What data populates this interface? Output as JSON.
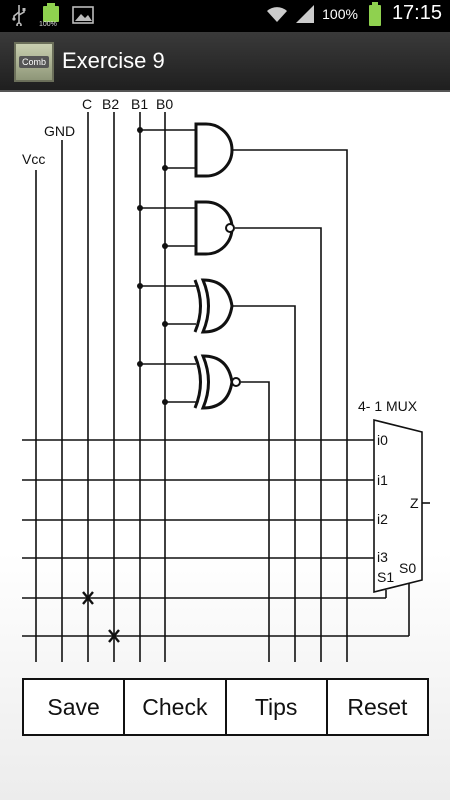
{
  "status_bar": {
    "battery_small_text": "100%",
    "battery_percent": "100%",
    "time": "17:15",
    "icons": [
      "usb-icon",
      "battery-small-icon",
      "image-icon",
      "wifi-icon",
      "signal-icon",
      "battery-icon"
    ]
  },
  "action_bar": {
    "app_icon_text": "Comb",
    "title": "Exercise 9"
  },
  "circuit": {
    "rail_labels": {
      "vcc": "Vcc",
      "gnd": "GND",
      "c": "C",
      "b2": "B2",
      "b1": "B1",
      "b0": "B0"
    },
    "gates": [
      "AND",
      "NAND",
      "XOR",
      "XNOR"
    ],
    "mux": {
      "title": "4- 1 MUX",
      "inputs": [
        "i0",
        "i1",
        "i2",
        "i3"
      ],
      "selects": [
        "S1",
        "S0"
      ],
      "output": "Z"
    }
  },
  "buttons": {
    "save": "Save",
    "check": "Check",
    "tips": "Tips",
    "reset": "Reset"
  }
}
